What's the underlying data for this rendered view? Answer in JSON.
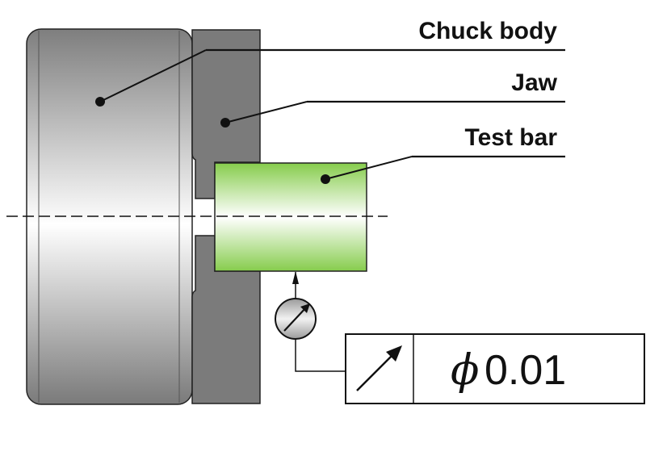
{
  "labels": {
    "chuck_body": "Chuck body",
    "jaw": "Jaw",
    "test_bar": "Test bar"
  },
  "tolerance_frame": {
    "symbol": "phi-symbol",
    "diameter_symbol": "ϕ",
    "value": "0.01"
  },
  "colors": {
    "chuck_body": "#8c8c8c",
    "jaw": "#7b7b7b",
    "test_bar": "#8ed05a",
    "outline": "#111111"
  },
  "icons": {
    "runout": "runout-arrow-icon",
    "dial_indicator": "dial-indicator-icon"
  }
}
